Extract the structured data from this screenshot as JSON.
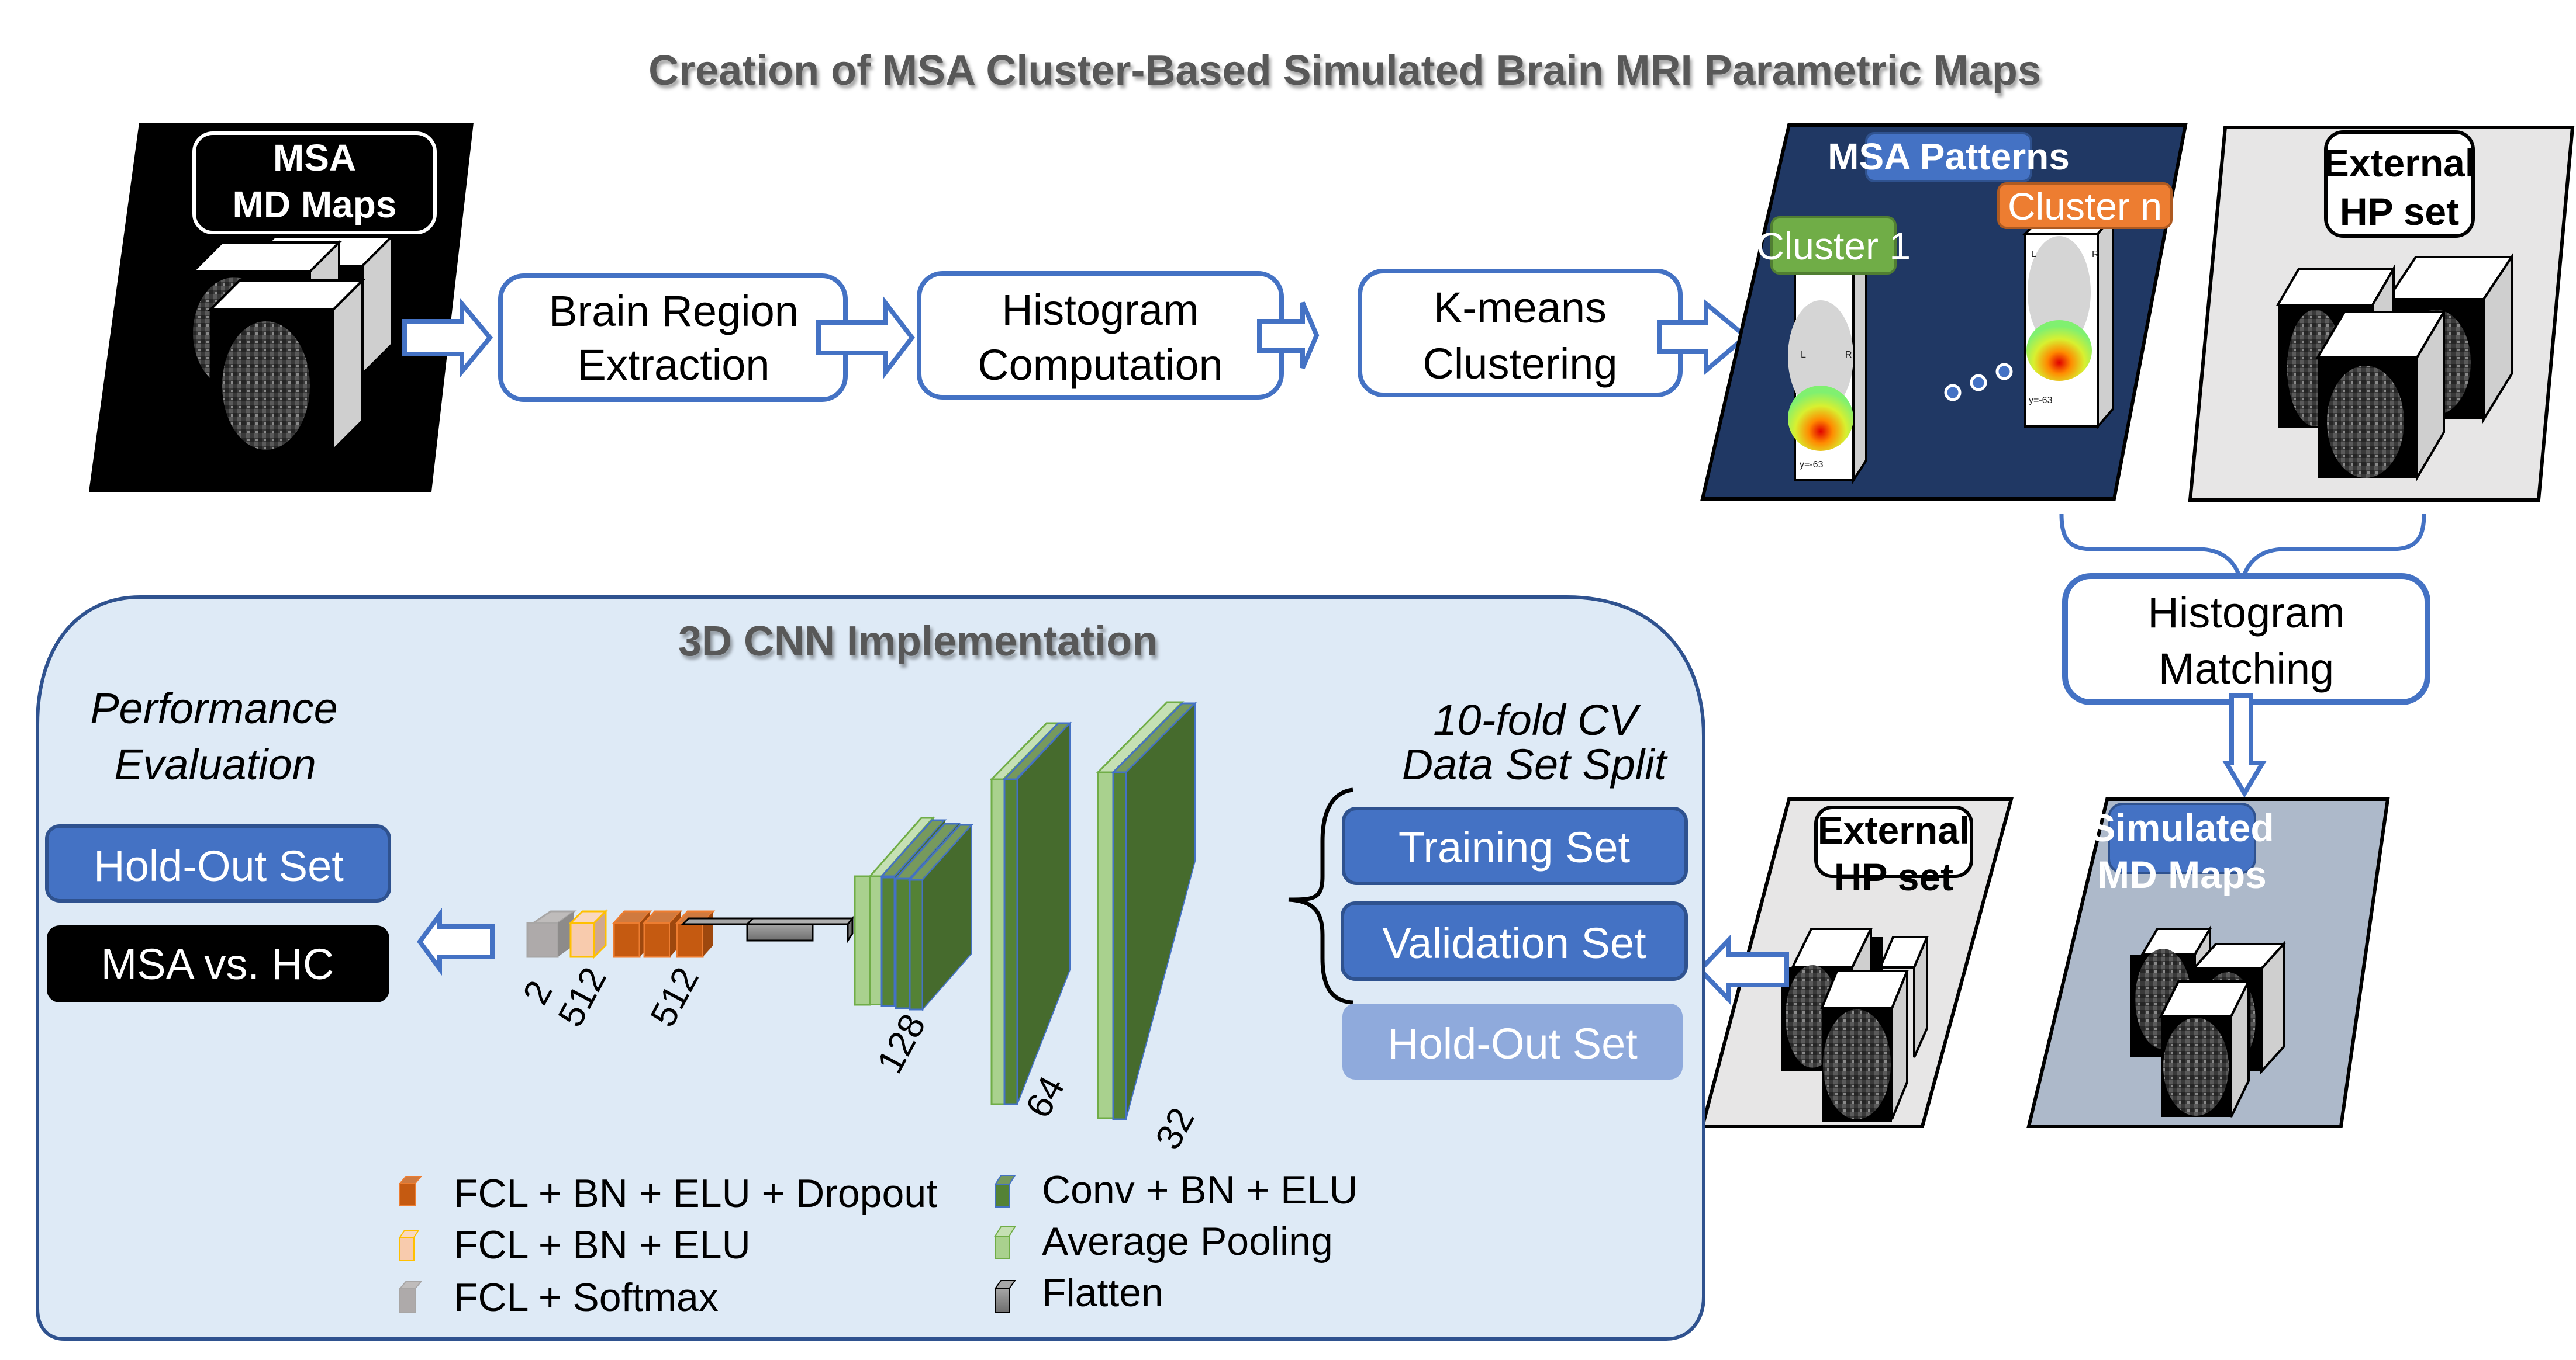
{
  "title": "Creation of MSA Cluster-Based Simulated Brain MRI Parametric Maps",
  "colors": {
    "accent_blue": "#4472c4",
    "dark_navy": "#203864",
    "panel_gray": "#e7e6e6",
    "simulated_bg": "#adb9ca",
    "cnn_bg": "#deeaf6",
    "cluster1_green": "#70ad47",
    "clustern_orange": "#ed7d31",
    "holdout_light": "#8faadc",
    "conv_green": "#548235",
    "pool_green": "#a9d18e",
    "fcl_orange": "#c55a11",
    "fcl_peach": "#f8cbad",
    "softmax_gray": "#aeaaaa",
    "flatten_gray": "#808080"
  },
  "input_panel": {
    "label_line1": "MSA",
    "label_line2": "MD Maps"
  },
  "pipeline": [
    {
      "line1": "Brain Region",
      "line2": "Extraction"
    },
    {
      "line1": "Histogram",
      "line2": "Computation"
    },
    {
      "line1": "K-means",
      "line2": "Clustering"
    }
  ],
  "patterns_panel": {
    "title": "MSA Patterns",
    "cluster1": "Cluster 1",
    "clustern": "Cluster n",
    "slice_label": "y=-63",
    "left_marker": "L",
    "right_marker": "R"
  },
  "external_hp_top": {
    "line1": "External",
    "line2": "HP set"
  },
  "histogram_matching": {
    "line1": "Histogram",
    "line2": "Matching"
  },
  "external_hp_bottom": {
    "line1": "External",
    "line2": "HP set"
  },
  "simulated_panel": {
    "line1": "Simulated",
    "line2": "MD Maps"
  },
  "cnn": {
    "title": "3D CNN Implementation",
    "perf_line1": "Performance",
    "perf_line2": "Evaluation",
    "holdout_button": "Hold-Out Set",
    "result_label": "MSA vs. HC",
    "cv_line1": "10-fold CV",
    "cv_line2": "Data Set Split",
    "splits": [
      "Training Set",
      "Validation Set",
      "Hold-Out Set"
    ],
    "layer_labels": [
      "2",
      "512",
      "512",
      "128",
      "64",
      "32"
    ],
    "legend": [
      {
        "label": "FCL + BN + ELU + Dropout",
        "swatch": "fcl-dropout"
      },
      {
        "label": "FCL + BN + ELU",
        "swatch": "fcl"
      },
      {
        "label": "FCL + Softmax",
        "swatch": "softmax"
      },
      {
        "label": "Conv + BN + ELU",
        "swatch": "conv"
      },
      {
        "label": "Average Pooling",
        "swatch": "pool"
      },
      {
        "label": "Flatten",
        "swatch": "flatten"
      }
    ]
  }
}
